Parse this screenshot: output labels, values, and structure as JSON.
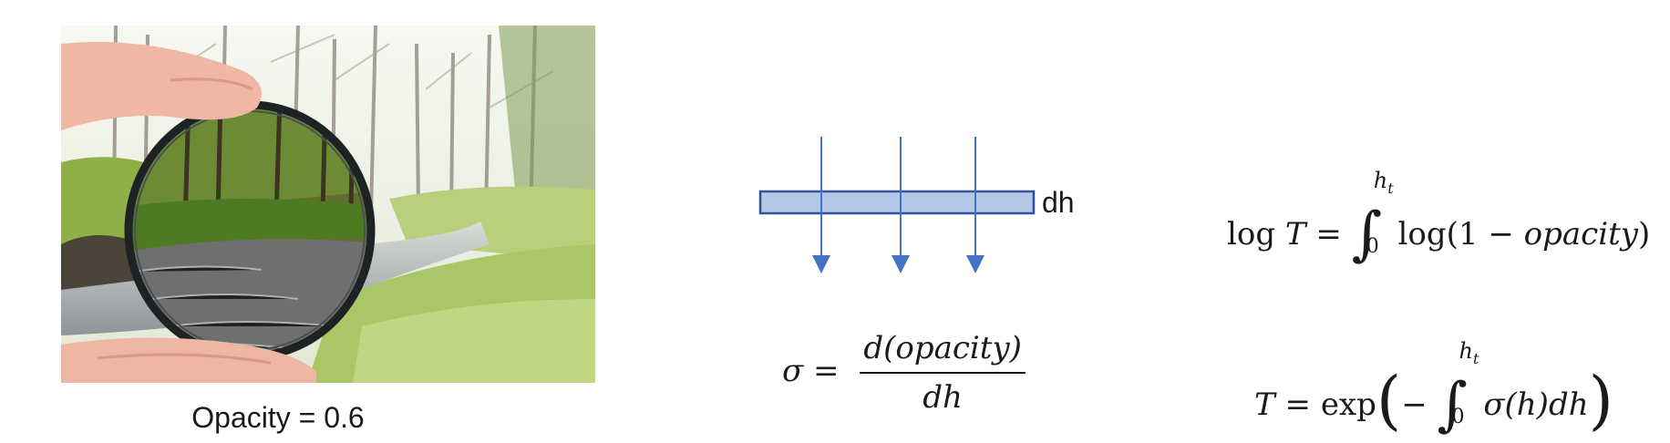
{
  "caption": "Opacity = 0.6",
  "diagram": {
    "slab_label": "dh"
  },
  "formulas": {
    "sigma_lhs": "σ",
    "eq": "=",
    "sigma_num": "d(opacity)",
    "sigma_den": "dh",
    "logT_lhs_fn": "log",
    "logT_lhs_var": "T",
    "logT_upper": "h",
    "logT_upper_sub": "t",
    "logT_lower": "0",
    "logT_rhs_fn": "log(1 − ",
    "logT_rhs_var": "opacity",
    "logT_rhs_close": ")",
    "T_lhs": "T",
    "T_exp": "exp",
    "T_minus": "−",
    "T_upper": "h",
    "T_upper_sub": "t",
    "T_lower": "0",
    "T_integrand": "σ(h)dh"
  },
  "colors": {
    "slab_fill": "#b4c7e7",
    "slab_stroke": "#2f5597",
    "arrow": "#4472c4"
  },
  "icons": {
    "photo": "polarizing-filter-photo",
    "arrow": "arrow-down-icon"
  }
}
